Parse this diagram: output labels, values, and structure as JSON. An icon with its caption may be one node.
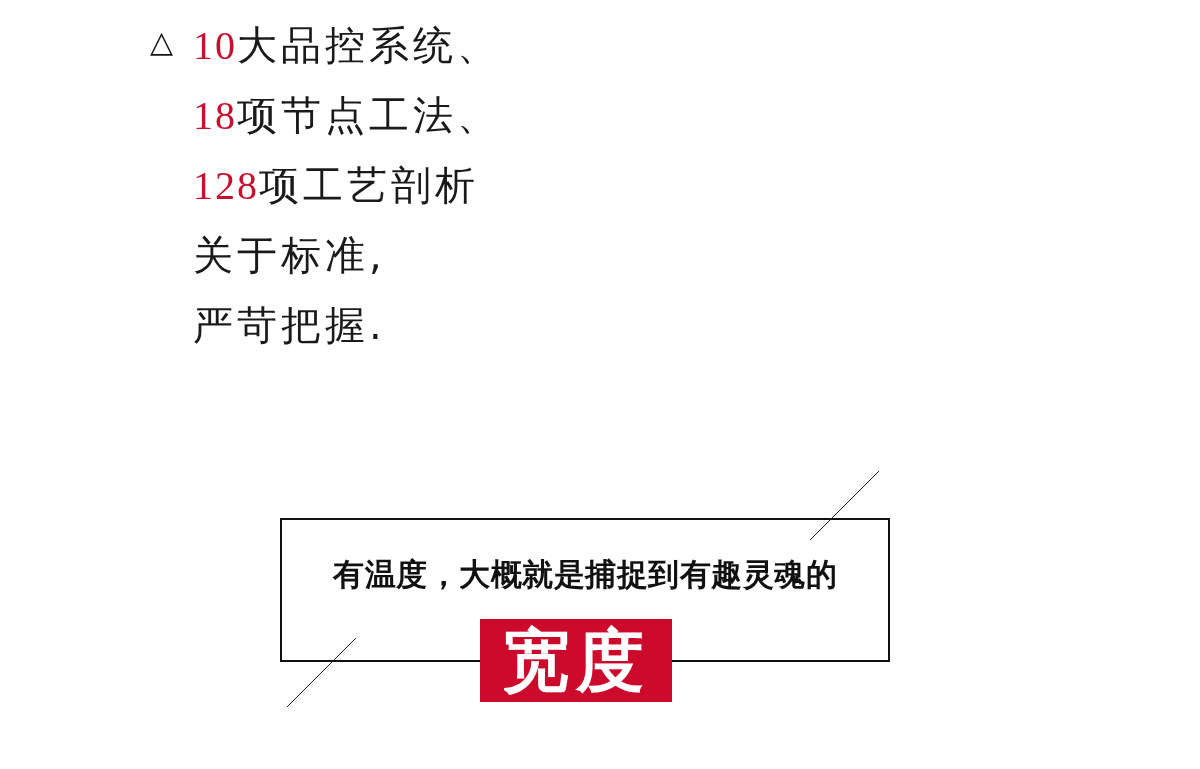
{
  "diagram": {
    "nodes": [
      {
        "text": [
          "有温度，大概就是捕捉到有趣灵魂的"
        ]
      },
      {
        "text": [
          "宽度"
        ]
      }
    ],
    "labels": [
      "△",
      "10大品控系统、",
      "18项节点工法、",
      "128项工艺剖析",
      "关于标准,",
      "严苛把握."
    ]
  }
}
